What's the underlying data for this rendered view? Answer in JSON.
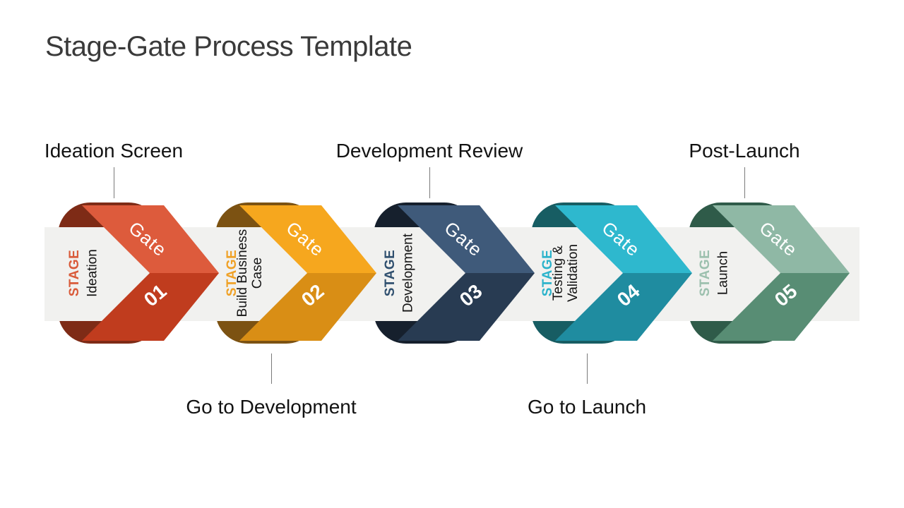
{
  "slide": {
    "title": "Stage-Gate Process Template"
  },
  "process": {
    "band_color": "#f1f1ef",
    "stages": [
      {
        "stage_label": "STAGE",
        "stage_name": "Ideation",
        "gate_label": "Gate",
        "gate_number": "01",
        "callout_top": "Ideation Screen",
        "colors": {
          "arm_top": "#dd5b3c",
          "arm_bottom": "#c03c1e",
          "ribbon_back": "#7e2b16",
          "accent": "#d95b3a"
        }
      },
      {
        "stage_label": "STAGE",
        "stage_name": "Build Business\nCase",
        "gate_label": "Gate",
        "gate_number": "02",
        "callout_bottom": "Go to Development",
        "colors": {
          "arm_top": "#f6a71e",
          "arm_bottom": "#d98e15",
          "ribbon_back": "#7c5212",
          "accent": "#f0a125"
        }
      },
      {
        "stage_label": "STAGE",
        "stage_name": "Development",
        "gate_label": "Gate",
        "gate_number": "03",
        "callout_top": "Development Review",
        "colors": {
          "arm_top": "#3f5a7a",
          "arm_bottom": "#283b52",
          "ribbon_back": "#16202d",
          "accent": "#30506f"
        }
      },
      {
        "stage_label": "STAGE",
        "stage_name": "Testing &\nValidation",
        "gate_label": "Gate",
        "gate_number": "04",
        "callout_bottom": "Go to Launch",
        "colors": {
          "arm_top": "#2eb8ce",
          "arm_bottom": "#1f8ca0",
          "ribbon_back": "#175d63",
          "accent": "#2bb3cb"
        }
      },
      {
        "stage_label": "STAGE",
        "stage_name": "Launch",
        "gate_label": "Gate",
        "gate_number": "05",
        "callout_top": "Post-Launch",
        "colors": {
          "arm_top": "#8fb8a5",
          "arm_bottom": "#588d74",
          "ribbon_back": "#2f5b49",
          "accent": "#9cc0ae"
        }
      }
    ]
  }
}
